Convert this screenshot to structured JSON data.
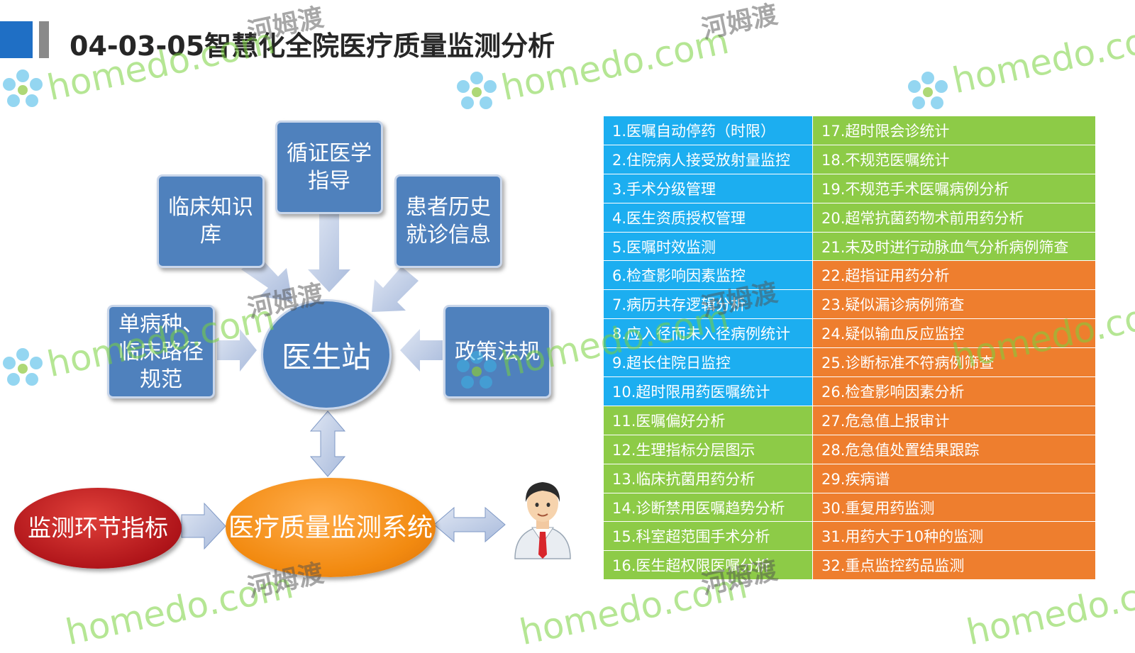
{
  "title": "04-03-05智慧化全院医疗质量监测分析",
  "diagram": {
    "box_knowledge": "临床知识库",
    "box_evidence": "循证医学指导",
    "box_history": "患者历史就诊信息",
    "box_pathway": "单病种、临床路径规范",
    "box_policy": "政策法规",
    "center": "医生站",
    "indicator": "监测环节指标",
    "system": "医疗质量监测系统"
  },
  "table": {
    "left": [
      {
        "text": "1.医嘱自动停药（时限）",
        "color": "blue"
      },
      {
        "text": "2.住院病人接受放射量监控",
        "color": "blue"
      },
      {
        "text": "3.手术分级管理",
        "color": "blue"
      },
      {
        "text": "4.医生资质授权管理",
        "color": "blue"
      },
      {
        "text": "5.医嘱时效监测",
        "color": "blue"
      },
      {
        "text": "6.检查影响因素监控",
        "color": "blue"
      },
      {
        "text": "7.病历共存逻辑分析",
        "color": "blue"
      },
      {
        "text": "8.应入径而未入径病例统计",
        "color": "blue"
      },
      {
        "text": "9.超长住院日监控",
        "color": "blue"
      },
      {
        "text": "10.超时限用药医嘱统计",
        "color": "blue"
      },
      {
        "text": "11.医嘱偏好分析",
        "color": "green"
      },
      {
        "text": "12.生理指标分层图示",
        "color": "green"
      },
      {
        "text": "13.临床抗菌用药分析",
        "color": "green"
      },
      {
        "text": "14.诊断禁用医嘱趋势分析",
        "color": "green"
      },
      {
        "text": "15.科室超范围手术分析",
        "color": "green"
      },
      {
        "text": "16.医生超权限医嘱分析",
        "color": "green"
      }
    ],
    "right": [
      {
        "text": "17.超时限会诊统计",
        "color": "green"
      },
      {
        "text": "18.不规范医嘱统计",
        "color": "green"
      },
      {
        "text": "19.不规范手术医嘱病例分析",
        "color": "green"
      },
      {
        "text": "20.超常抗菌药物术前用药分析",
        "color": "green"
      },
      {
        "text": "21.未及时进行动脉血气分析病例筛查",
        "color": "green"
      },
      {
        "text": "22.超指证用药分析",
        "color": "orange"
      },
      {
        "text": "23.疑似漏诊病例筛查",
        "color": "orange"
      },
      {
        "text": "24.疑似输血反应监控",
        "color": "orange"
      },
      {
        "text": "25.诊断标准不符病例筛查",
        "color": "orange"
      },
      {
        "text": "26.检查影响因素分析",
        "color": "orange"
      },
      {
        "text": "27.危急值上报审计",
        "color": "orange"
      },
      {
        "text": "28.危急值处置结果跟踪",
        "color": "orange"
      },
      {
        "text": "29.疾病谱",
        "color": "orange"
      },
      {
        "text": "30.重复用药监测",
        "color": "orange"
      },
      {
        "text": "31.用药大于10种的监测",
        "color": "orange"
      },
      {
        "text": "32.重点监控药品监测",
        "color": "orange"
      }
    ]
  },
  "watermark": {
    "logo_text": "homedo.com",
    "cn_text": "河姆渡"
  },
  "colors": {
    "blue": "#1caef0",
    "green": "#8dcb47",
    "orange": "#ee7e2e",
    "box_blue": "#4f81bd",
    "title_accent": "#1f6fc5"
  }
}
